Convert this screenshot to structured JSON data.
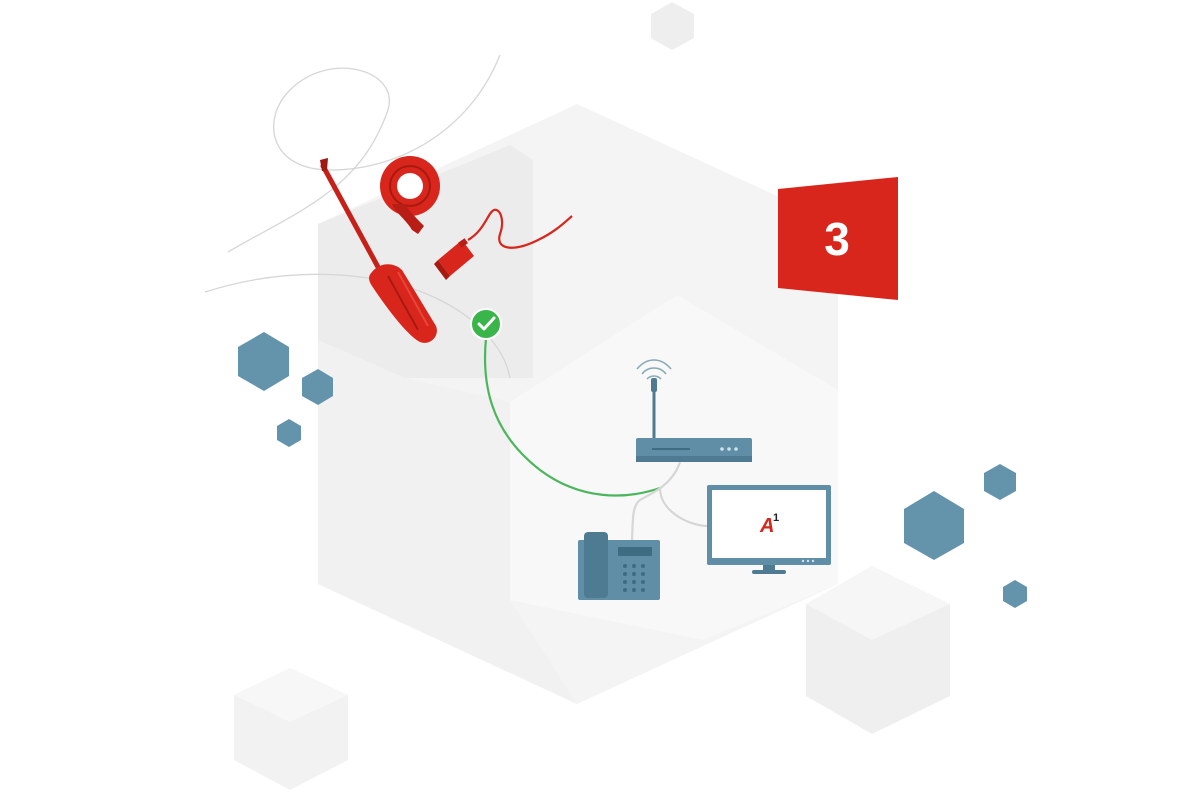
{
  "step_badge": {
    "number": "3",
    "color": "#d9261c"
  },
  "tv_logo": {
    "letter": "A",
    "superscript": "1",
    "letter_color": "#d9261c",
    "superscript_color": "#222222"
  },
  "icons": {
    "screwdriver": "screwdriver-icon",
    "tape": "tape-roll-icon",
    "connector": "cable-connector-icon",
    "check": "check-icon",
    "router": "router-icon",
    "tv": "tv-icon",
    "phone": "desk-phone-icon"
  },
  "colors": {
    "hexagon_blue": "#6394ac",
    "device_blue": "#5f8ea6",
    "accent_red": "#d9261c",
    "success_green": "#3ab54a",
    "background_hex": "#efefef"
  }
}
